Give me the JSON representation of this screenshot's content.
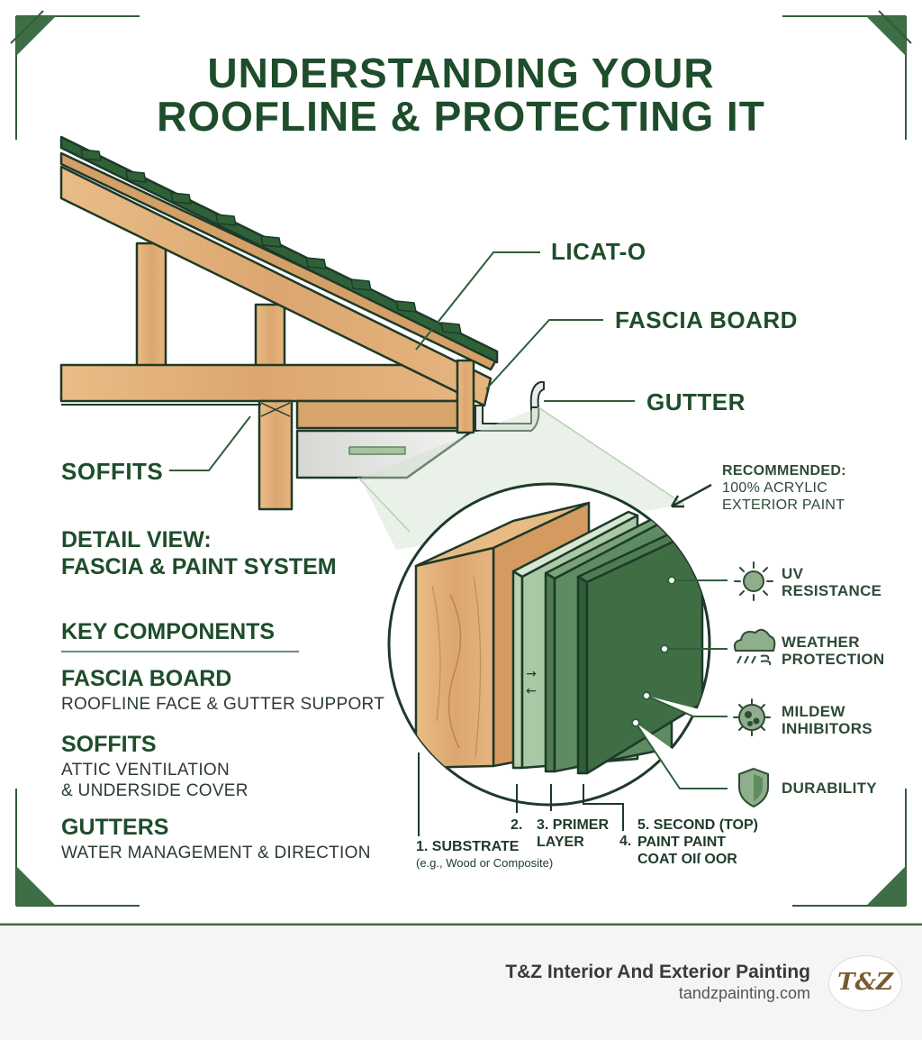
{
  "title": {
    "line1": "UNDERSTANDING YOUR",
    "line2": "ROOFLINE & PROTECTING IT"
  },
  "callouts": {
    "licat": "LICAT-O",
    "fascia": "FASCIA BOARD",
    "gutter": "GUTTER",
    "soffits": "SOFFITS"
  },
  "detail": {
    "line1": "DETAIL VIEW:",
    "line2": "FASCIA & PAINT SYSTEM"
  },
  "key_components": {
    "heading": "KEY COMPONENTS",
    "items": [
      {
        "title": "FASCIA BOARD",
        "sub1": "ROOFLINE FACE & GUTTER SUPPORT",
        "sub2": ""
      },
      {
        "title": "SOFFITS",
        "sub1": "ATTIC VENTILATION",
        "sub2": "& UNDERSIDE COVER"
      },
      {
        "title": "GUTTERS",
        "sub1": "WATER MANAGEMENT & DIRECTION",
        "sub2": ""
      }
    ]
  },
  "recommended": {
    "line1": "RECOMMENDED:",
    "line2": "100% ACRYLIC",
    "line3": "EXTERIOR PAINT"
  },
  "features": [
    {
      "line1": "UV",
      "line2": "RESISTANCE",
      "icon": "sun-icon"
    },
    {
      "line1": "WEATHER",
      "line2": "PROTECTION",
      "icon": "storm-cloud-icon"
    },
    {
      "line1": "MILDEW",
      "line2": "INHIBITORS",
      "icon": "mildew-spore-icon"
    },
    {
      "line1": "DURABILITY",
      "line2": "",
      "icon": "shield-icon"
    }
  ],
  "layers": {
    "substrate": "1. SUBSTRATE",
    "substrate_sub": "(e.g., Wood or Composite)",
    "l2": "2.",
    "primer_a": "3. PRIMER",
    "primer_b": "LAYER",
    "l4": "4.",
    "second_a": "5. SECOND (TOP)",
    "second_b": "PAINT PAINT",
    "second_c": "COAT  OIſ OOR"
  },
  "footer": {
    "brand": "T&Z Interior And Exterior Painting",
    "website": "tandzpainting.com",
    "logo_text": "T&Z"
  },
  "colors": {
    "dark_green": "#1e4d2b",
    "mid_green": "#4a7a52",
    "light_green": "#a9c8a6",
    "wood": "#e2b07a"
  }
}
